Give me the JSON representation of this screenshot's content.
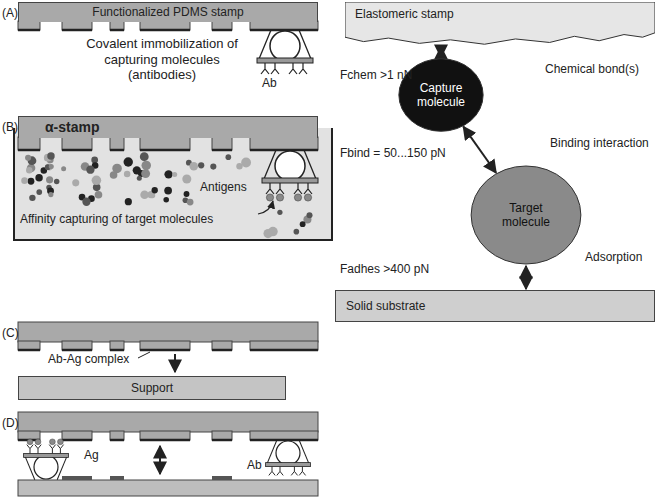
{
  "diagram": {
    "nodes": [
      {
        "text": [
          "Functionalized PDMS stamp"
        ]
      },
      {
        "text": [
          "α-stamp"
        ]
      },
      {
        "text": [
          "Support"
        ]
      },
      {
        "text": [
          "Elastomeric stamp"
        ]
      },
      {
        "text": [
          "Capture molecule"
        ]
      },
      {
        "text": [
          "Target molecule"
        ]
      },
      {
        "text": [
          "Solid substrate"
        ]
      }
    ],
    "edges": [
      {
        "from": 3,
        "to": 4,
        "arrow": "both"
      },
      {
        "from": 4,
        "to": 5,
        "arrow": "both"
      },
      {
        "from": 5,
        "to": 6,
        "arrow": "both"
      }
    ],
    "labels": [
      "(A)",
      "Covalent immobilization of capturing molecules (antibodies)",
      "Ab",
      "(B)",
      "Antigens",
      "Affinity capturing of target molecules",
      "(C)",
      "Ab-Ag complex",
      "(D)",
      "Ag",
      "Ab",
      "Fchem >1 nN",
      "Chemical bond(s)",
      "Fbind = 50...150 pN",
      "Binding interaction",
      "Fadhes >400 pN",
      "Adsorption"
    ]
  }
}
